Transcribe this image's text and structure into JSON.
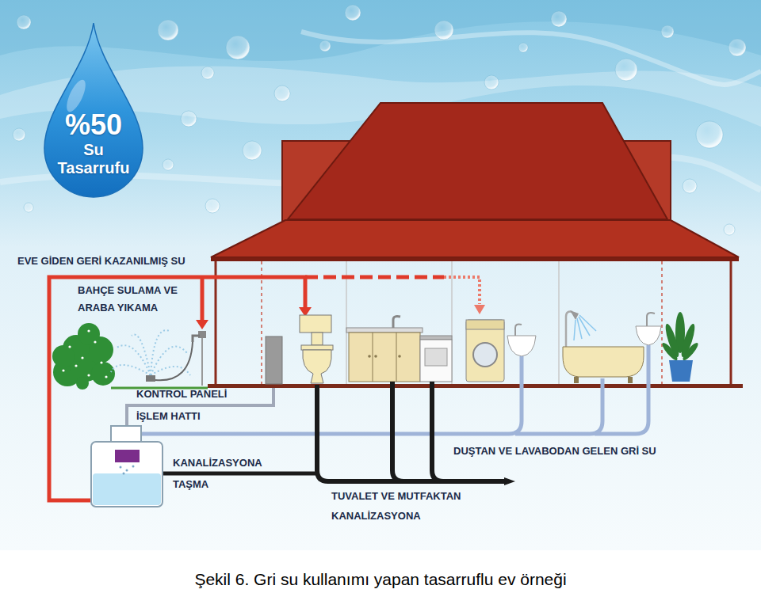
{
  "diagram": {
    "caption": "Şekil 6. Gri su kullanımı yapan tasarruflu ev örneği",
    "nodes": [
      {
        "text": [
          "%50 Su Tasarrufu"
        ]
      }
    ],
    "labels": [
      "EVE GİDEN GERİ KAZANILMIŞ SU",
      "BAHÇE SULAMA VE ARABA YIKAMA",
      "KONTROL PANELİ İŞLEM HATTI",
      "DUŞTAN VE LAVABODAN GELEN GRİ SU",
      "KANALİZASYONA TAŞMA",
      "TUVALET VE MUTFAKTAN KANALİZASYONA"
    ]
  }
}
